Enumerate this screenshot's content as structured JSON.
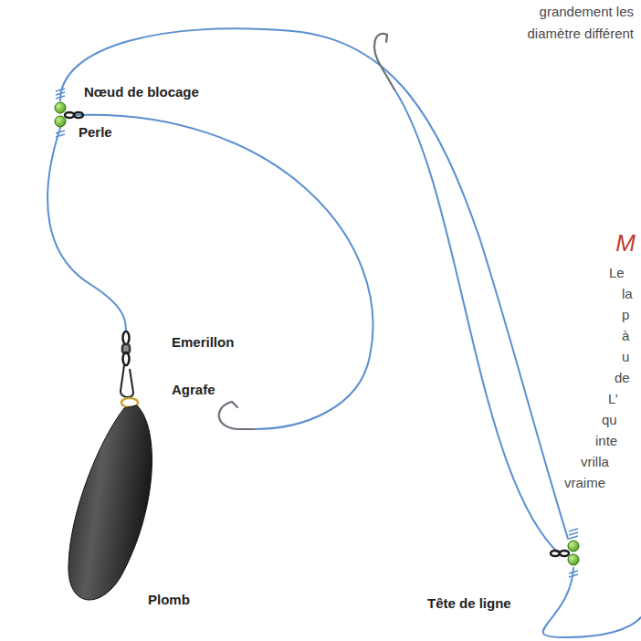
{
  "diagram": {
    "labels": [
      "grandement les",
      "diamètre différent",
      "M",
      "Le",
      "la",
      "p",
      "à",
      "u",
      "de",
      "L’",
      "qu",
      "inte",
      "vrilla",
      "vraime",
      "Nœud de blocage",
      "Perle",
      "Emerillon",
      "Agrafe",
      "Plomb",
      "Tête de ligne"
    ]
  }
}
